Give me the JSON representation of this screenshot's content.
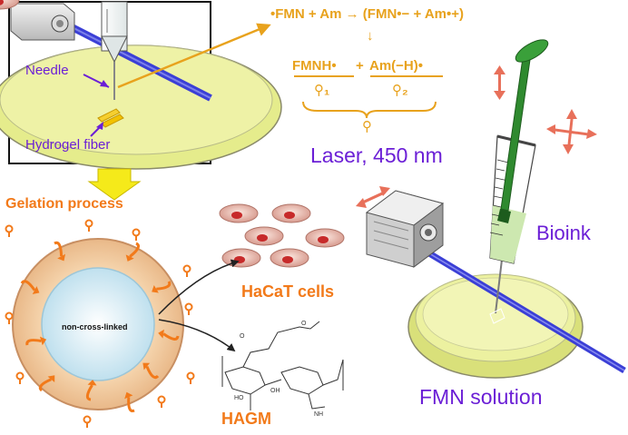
{
  "inset": {
    "needle_label": "Needle",
    "fiber_label": "Hydrogel fiber"
  },
  "process": {
    "gelation_label": "Gelation process",
    "core_label": "non-cross-linked",
    "cells_label": "HaCaT cells",
    "hagm_label": "HAGM"
  },
  "reaction": {
    "line1": "•FMN + Am → (FMN•− + Am•+)",
    "arrow": "↓",
    "left_product": "FMNH•",
    "plus": "+",
    "right_product": "Am(−H)•",
    "q1": "⚲₁",
    "q2": "⚲₂",
    "q": "⚲"
  },
  "setup": {
    "laser_label": "Laser, 450 nm",
    "bioink_label": "Bioink",
    "solution_label": "FMN solution"
  },
  "colors": {
    "accent_purple": "#6b1fd6",
    "accent_orange": "#f27a1a",
    "accent_gold": "#e8a21d",
    "dish_yellow": "#e8ef9a",
    "beam_blue": "#3b3fd6",
    "arrow_red": "#e8705a"
  }
}
